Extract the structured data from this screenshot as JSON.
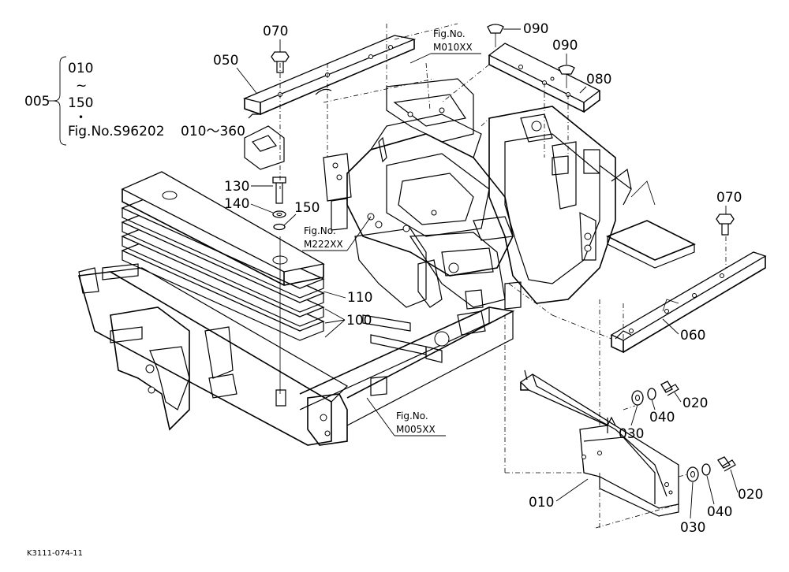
{
  "assembly": {
    "ref": "005",
    "range_start": "010",
    "tilde": "~",
    "range_end": "150",
    "dot": "•",
    "figref": "Fig.No.S96202",
    "figref_range": "010～360"
  },
  "figure_refs": [
    {
      "line1": "Fig.No.",
      "line2": "M010XX"
    },
    {
      "line1": "Fig.No.",
      "line2": "M222XX"
    },
    {
      "line1": "Fig.No.",
      "line2": "M005XX"
    }
  ],
  "callouts": [
    "070",
    "050",
    "090",
    "090",
    "080",
    "130",
    "140",
    "150",
    "110",
    "100",
    "070",
    "060",
    "020",
    "040",
    "030",
    "020",
    "040",
    "030",
    "010"
  ],
  "footer": {
    "code": "K3111-074-11"
  }
}
